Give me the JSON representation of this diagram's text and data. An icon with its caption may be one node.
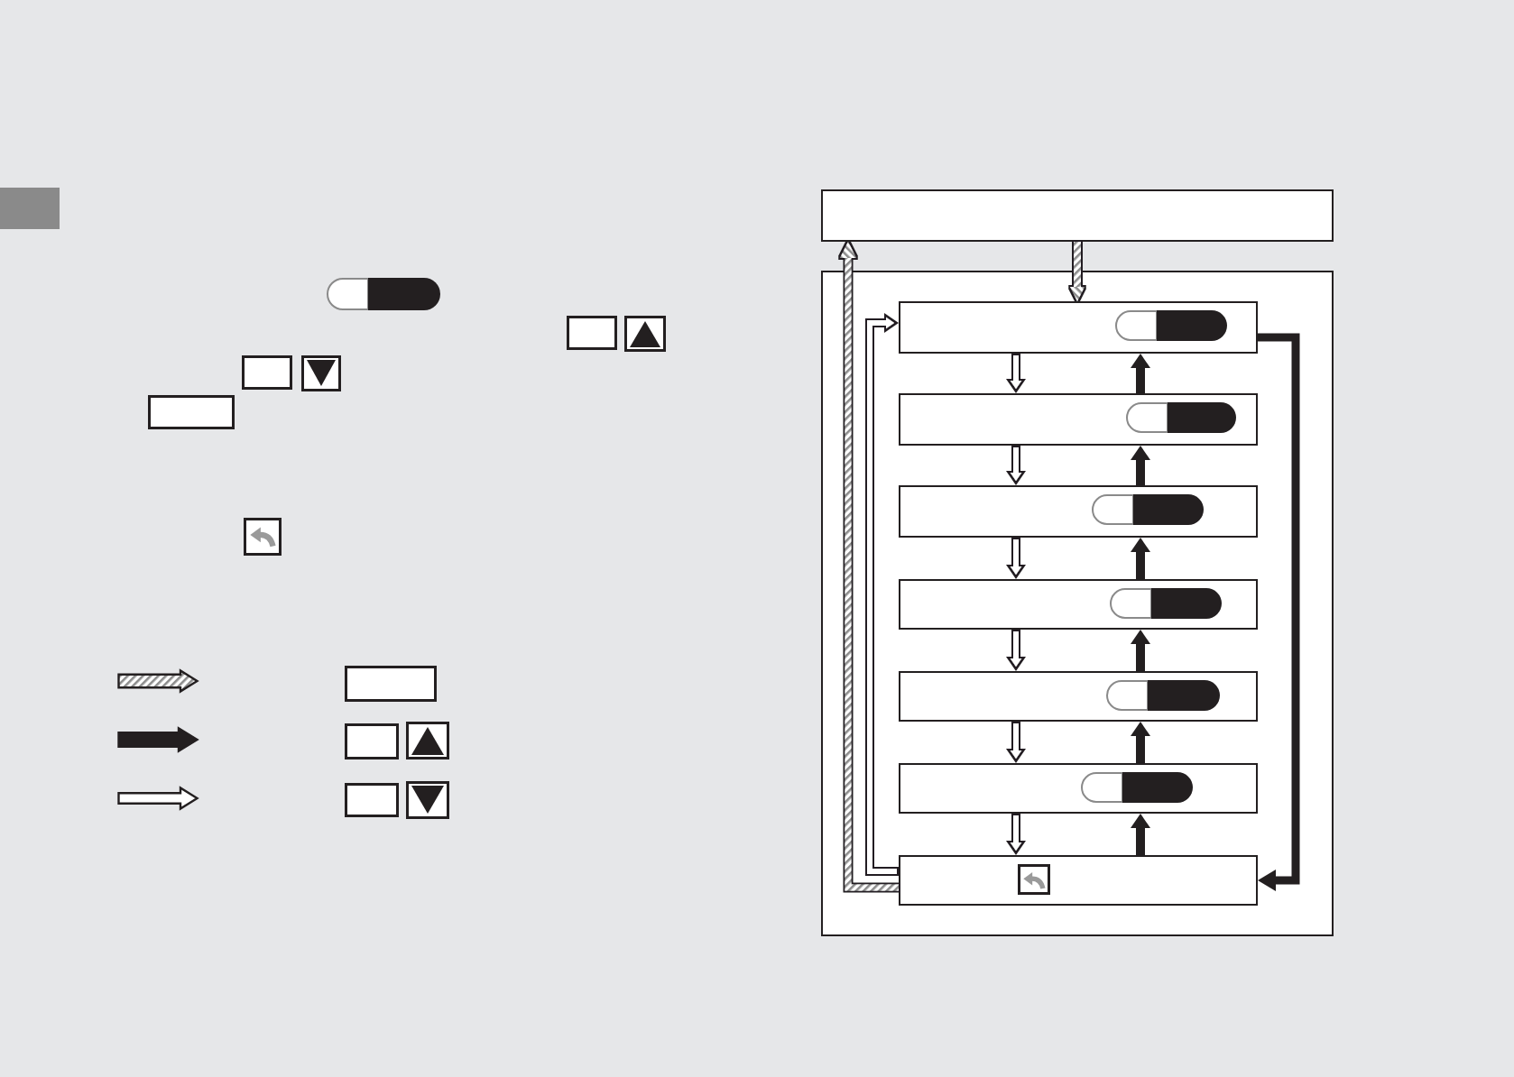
{
  "diagram": {
    "nodes": [
      {
        "text": [],
        "shape": "box"
      },
      {
        "text": [],
        "shape": "box"
      },
      {
        "text": [],
        "shape": "box",
        "in": 1
      },
      {
        "text": [],
        "shape": "box",
        "in": 1
      },
      {
        "text": [],
        "shape": "box",
        "in": 1
      },
      {
        "text": [],
        "shape": "box",
        "in": 1
      },
      {
        "text": [],
        "shape": "box",
        "in": 1
      },
      {
        "text": [],
        "shape": "box",
        "in": 1
      },
      {
        "text": [],
        "shape": "box",
        "in": 1
      }
    ],
    "edges": [
      {
        "from": 0,
        "to": 2,
        "arrow": "to",
        "color": "#8c8c8c"
      },
      {
        "from": 2,
        "to": 3,
        "arrow": "to"
      },
      {
        "from": 3,
        "to": 4,
        "arrow": "to"
      },
      {
        "from": 4,
        "to": 5,
        "arrow": "to"
      },
      {
        "from": 5,
        "to": 6,
        "arrow": "to"
      },
      {
        "from": 6,
        "to": 7,
        "arrow": "to"
      },
      {
        "from": 7,
        "to": 8,
        "arrow": "to"
      },
      {
        "from": 3,
        "to": 2,
        "arrow": "to",
        "color": "#231f20"
      },
      {
        "from": 4,
        "to": 3,
        "arrow": "to",
        "color": "#231f20"
      },
      {
        "from": 5,
        "to": 4,
        "arrow": "to",
        "color": "#231f20"
      },
      {
        "from": 6,
        "to": 5,
        "arrow": "to",
        "color": "#231f20"
      },
      {
        "from": 7,
        "to": 6,
        "arrow": "to",
        "color": "#231f20"
      },
      {
        "from": 8,
        "to": 7,
        "arrow": "to",
        "color": "#231f20"
      },
      {
        "from": 2,
        "to": 8,
        "arrow": "to",
        "color": "#231f20"
      },
      {
        "from": 8,
        "to": 2,
        "arrow": "to"
      },
      {
        "from": 8,
        "to": 0,
        "arrow": "to",
        "color": "#8c8c8c"
      }
    ]
  }
}
